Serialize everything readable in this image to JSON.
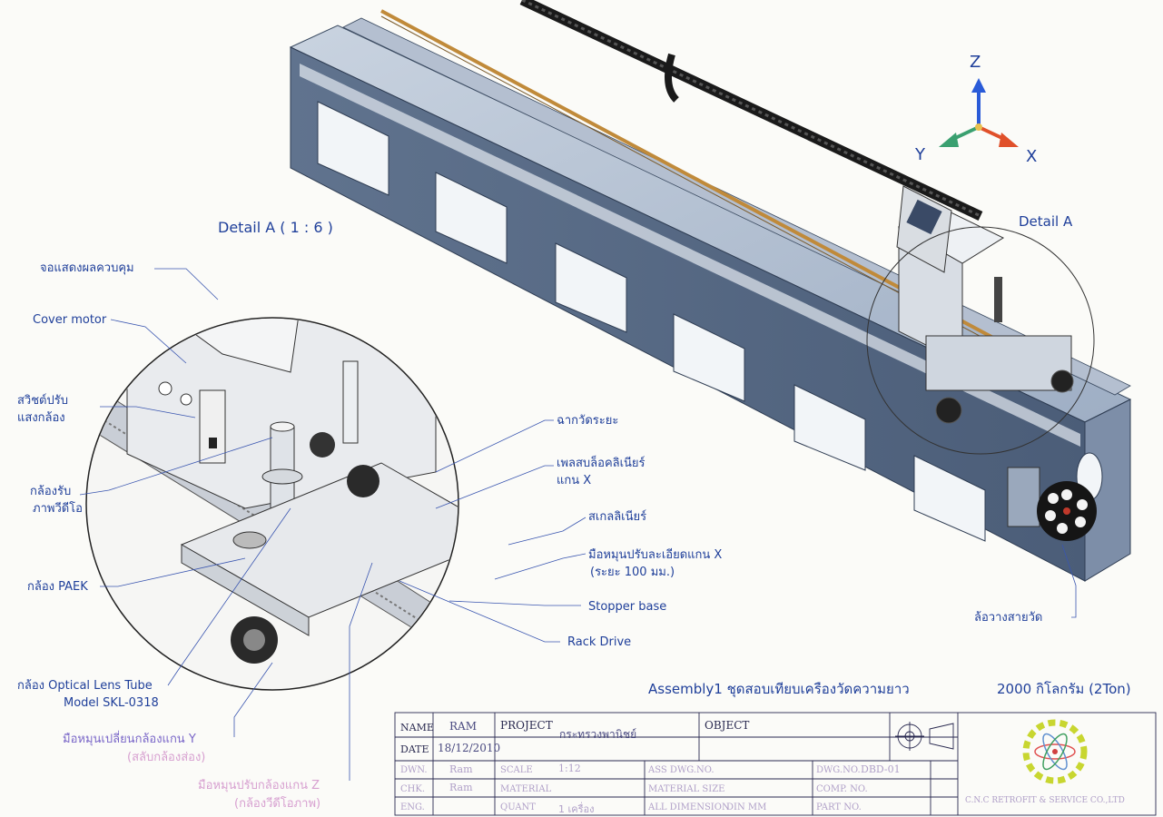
{
  "axes": {
    "z": "Z",
    "y": "Y",
    "x": "X"
  },
  "detail": {
    "title": "Detail A ( 1 : 6 )",
    "marker": "Detail A"
  },
  "callouts": {
    "display": "จอแสดงผลควบคุม",
    "cover_motor": "Cover motor",
    "switch_1": "สวิชต์ปรับ",
    "switch_2": "แสงกล้อง",
    "video_cam_1": "กล้องรับ",
    "video_cam_2": "ภาพวีดีโอ",
    "paek": "กล้อง PAEK",
    "lens_tube_1": "กล้อง Optical Lens Tube",
    "lens_tube_2": "Model SKL-0318",
    "y_knob_1": "มือหมุนเปลี่ยนกล้องแกน Y",
    "y_knob_2": "(สลับกล้องส่อง)",
    "z_knob_1": "มือหมุนปรับกล้องแกน Z",
    "z_knob_2": "(กล้องวีดีโอภาพ)",
    "scale_plate": "ฉากวัดระยะ",
    "linear_shaft_1": "เพลสบล็อคลิเนียร์",
    "linear_shaft_2": "แกน X",
    "linear_scale": "สเกลลิเนียร์",
    "x_knob_1": "มือหมุนปรับละเอียดแกน X",
    "x_knob_2": "(ระยะ 100 มม.)",
    "stopper": "Stopper base",
    "rack": "Rack Drive",
    "reel": "ล้อวางสายวัด"
  },
  "assembly": {
    "title": "Assembly1  ชุดสอบเทียบเครืองวัดความยาว",
    "capacity": "2000 กิโลกรัม (2Ton)"
  },
  "title_block": {
    "name_label": "NAME",
    "name": "RAM",
    "date_label": "DATE",
    "date": "18/12/2010",
    "dwn_label": "DWN.",
    "dwn": "Ram",
    "chk_label": "CHK.",
    "chk": "Ram",
    "eng_label": "ENG.",
    "project_label": "PROJECT",
    "project": "กระทรวงพานิชย์",
    "object_label": "OBJECT",
    "scale_label": "SCALE",
    "scale": "1:12",
    "material_label": "MATERIAL",
    "quant_label": "QUANT",
    "quant": "1 เครื่อง",
    "ass_dwg_label": "ASS DWG.NO.",
    "material_size_label": "MATERIAL SIZE",
    "all_dim_label": "ALL DIMENSION",
    "all_dim": "DIN    MM",
    "dwg_no_label": "DWG.NO.",
    "dwg_no": "DBD-01",
    "comp_no_label": "COMP. NO.",
    "part_no_label": "PART NO.",
    "company": "C.N.C RETROFIT & SERVICE CO.,LTD"
  },
  "colors": {
    "label_blue": "#1f3f9a",
    "frame_blue": "#5c6f8a",
    "rail_copper": "#c08a3a",
    "axis_z": "#2a5bd8",
    "axis_x": "#e0502a",
    "axis_y": "#3aa070"
  }
}
